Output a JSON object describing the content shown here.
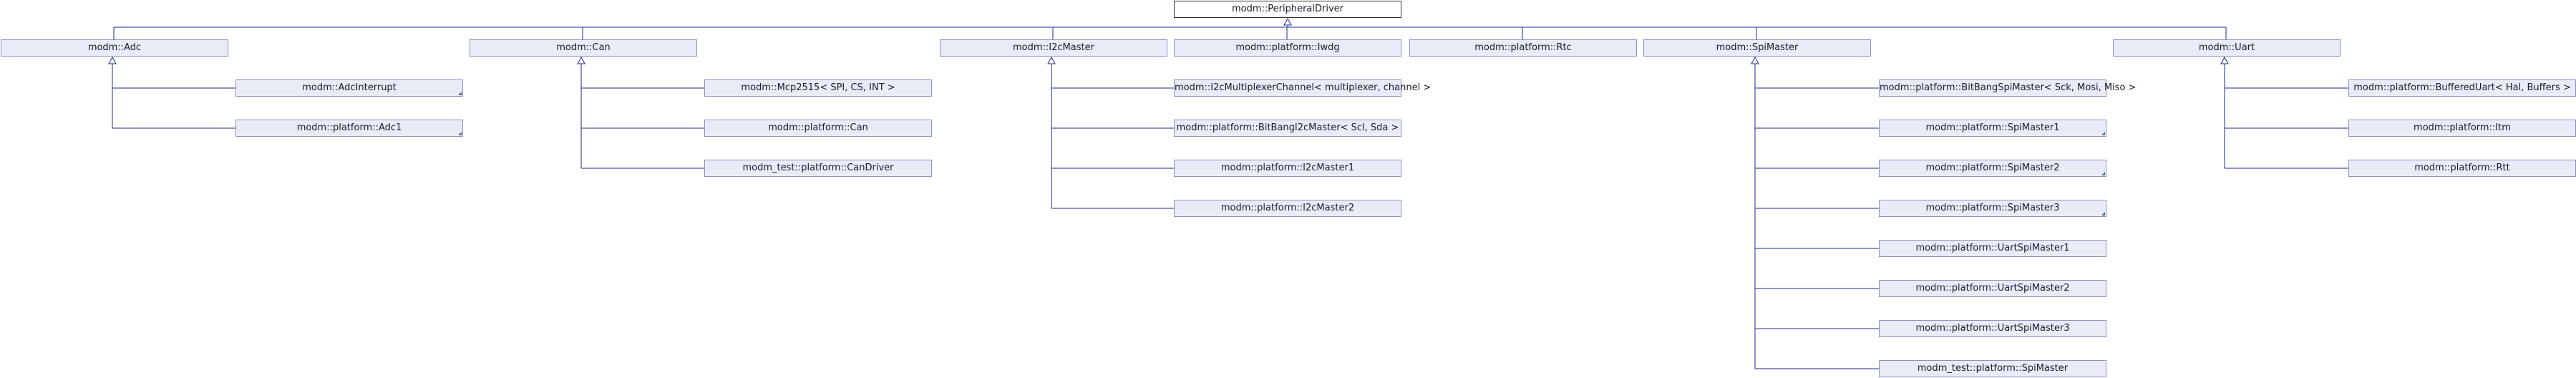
{
  "diagram": {
    "root": {
      "id": "peripheral-driver",
      "label": "modm::PeripheralDriver"
    },
    "branches": [
      {
        "id": "adc",
        "label": "modm::Adc",
        "children": [
          {
            "id": "adc-interrupt",
            "label": "modm::AdcInterrupt",
            "collapsed": true
          },
          {
            "id": "platform-adc1",
            "label": "modm::platform::Adc1",
            "collapsed": true
          }
        ]
      },
      {
        "id": "can",
        "label": "modm::Can",
        "children": [
          {
            "id": "mcp2515",
            "label": "modm::Mcp2515< SPI, CS, INT >"
          },
          {
            "id": "platform-can",
            "label": "modm::platform::Can"
          },
          {
            "id": "test-can-driver",
            "label": "modm_test::platform::CanDriver"
          }
        ]
      },
      {
        "id": "i2c-master",
        "label": "modm::I2cMaster",
        "children": [
          {
            "id": "i2c-mux-channel",
            "label": "modm::I2cMultiplexerChannel< multiplexer, channel >"
          },
          {
            "id": "bitbang-i2c-master",
            "label": "modm::platform::BitBangI2cMaster< Scl, Sda >"
          },
          {
            "id": "platform-i2c-master1",
            "label": "modm::platform::I2cMaster1"
          },
          {
            "id": "platform-i2c-master2",
            "label": "modm::platform::I2cMaster2"
          }
        ]
      },
      {
        "id": "platform-iwdg",
        "label": "modm::platform::Iwdg",
        "children": []
      },
      {
        "id": "platform-rtc",
        "label": "modm::platform::Rtc",
        "children": []
      },
      {
        "id": "spi-master",
        "label": "modm::SpiMaster",
        "children": [
          {
            "id": "bitbang-spi-master",
            "label": "modm::platform::BitBangSpiMaster< Sck, Mosi, Miso >"
          },
          {
            "id": "platform-spi-master1",
            "label": "modm::platform::SpiMaster1",
            "collapsed": true
          },
          {
            "id": "platform-spi-master2",
            "label": "modm::platform::SpiMaster2",
            "collapsed": true
          },
          {
            "id": "platform-spi-master3",
            "label": "modm::platform::SpiMaster3",
            "collapsed": true
          },
          {
            "id": "uart-spi-master1",
            "label": "modm::platform::UartSpiMaster1"
          },
          {
            "id": "uart-spi-master2",
            "label": "modm::platform::UartSpiMaster2"
          },
          {
            "id": "uart-spi-master3",
            "label": "modm::platform::UartSpiMaster3"
          },
          {
            "id": "test-spi-master",
            "label": "modm_test::platform::SpiMaster"
          }
        ]
      },
      {
        "id": "uart",
        "label": "modm::Uart",
        "children": [
          {
            "id": "buffered-uart",
            "label": "modm::platform::BufferedUart< Hal, Buffers >"
          },
          {
            "id": "platform-itm",
            "label": "modm::platform::Itm"
          },
          {
            "id": "platform-rtt",
            "label": "modm::platform::Rtt"
          }
        ]
      }
    ]
  },
  "colors": {
    "edge": "#1e2a8c",
    "node_fill": "#e9ecf6",
    "node_border": "#8a92c0"
  }
}
